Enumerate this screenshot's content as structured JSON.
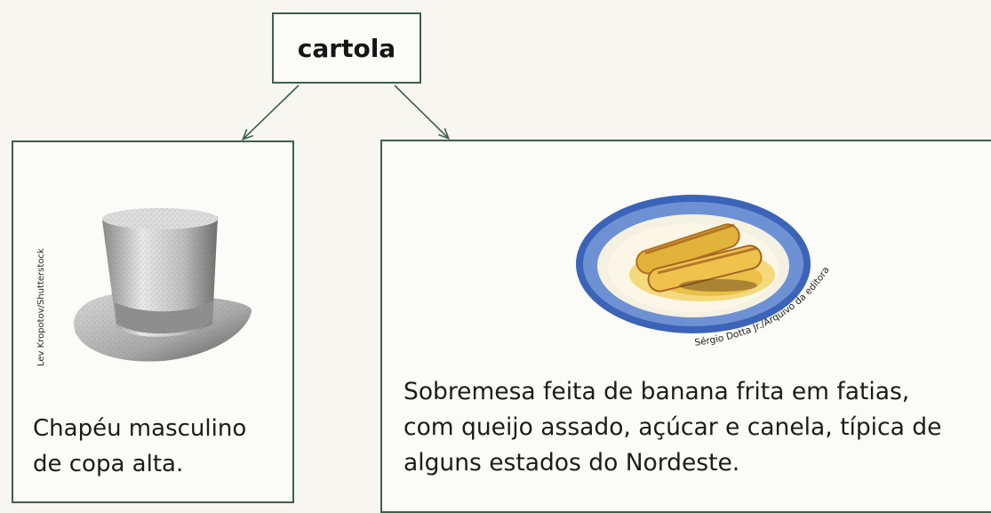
{
  "word": "cartola",
  "meanings": [
    {
      "text_lines": [
        "Chapéu masculino",
        "de copa alta."
      ],
      "photo_credit": "Lev Kropotov/Shutterstock",
      "image_subject": "hat-illustration"
    },
    {
      "text_lines": [
        "Sobremesa feita de banana frita em fatias,",
        "com queijo assado, açúcar e canela, típica de",
        "alguns estados do Nordeste."
      ],
      "photo_credit": "Sérgio Dotta Jr./Arquivo da editora",
      "image_subject": "dessert-illustration"
    }
  ],
  "colors": {
    "border": "#3f5f4a",
    "arrow": "#3f5f4a",
    "plate_rim": "#3b63b8",
    "banana": "#e2b33b"
  }
}
